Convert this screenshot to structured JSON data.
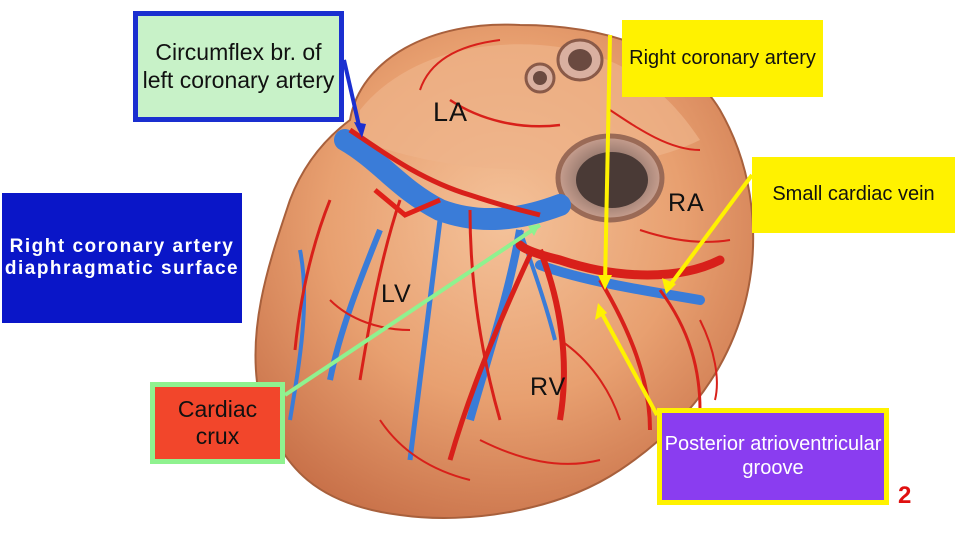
{
  "labels": {
    "circumflex": "Circumflex br. of left coronary artery",
    "rca_top": "Right coronary artery",
    "rca_diaphragmatic": "Right coronary artery diaphragmatic surface",
    "cardiac_crux": "Cardiac crux",
    "small_cardiac_vein": "Small cardiac vein",
    "posterior_av_groove": "Posterior atrioventricular groove"
  },
  "chambers": {
    "la": "LA",
    "ra": "RA",
    "lv": "LV",
    "rv": "RV"
  },
  "page_number": "2",
  "colors": {
    "circumflex_fill": "#c8f2c8",
    "circumflex_border": "#1a2fd0",
    "yellow": "#fff200",
    "blue_box": "#0a16c8",
    "crux_fill": "#f2462b",
    "crux_border": "#8ff28f",
    "purple_box": "#8a3df0",
    "heart_tissue": "#e8a070",
    "artery_red": "#d8201a",
    "vein_blue": "#3a7cd8",
    "page_number_red": "#e01010"
  }
}
